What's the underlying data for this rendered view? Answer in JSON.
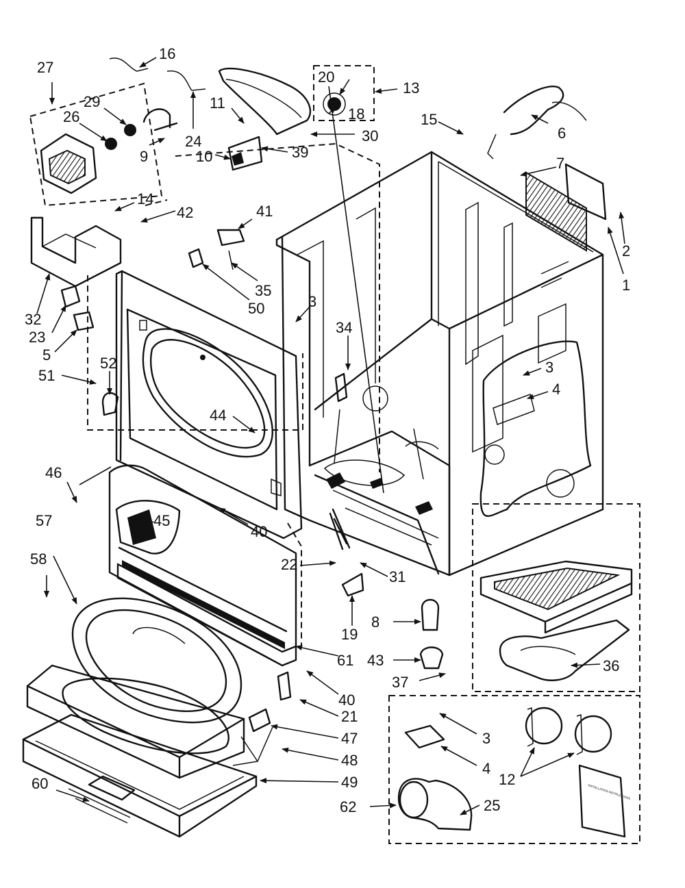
{
  "diagram": {
    "callouts": [
      "1",
      "2",
      "3",
      "3",
      "3",
      "3",
      "4",
      "4",
      "5",
      "6",
      "7",
      "8",
      "9",
      "10",
      "11",
      "12",
      "13",
      "14",
      "15",
      "16",
      "18",
      "19",
      "20",
      "21",
      "22",
      "23",
      "24",
      "25",
      "26",
      "27",
      "29",
      "30",
      "31",
      "32",
      "34",
      "35",
      "36",
      "37",
      "39",
      "40",
      "40",
      "40",
      "41",
      "42",
      "43",
      "44",
      "45",
      "46",
      "47",
      "48",
      "49",
      "50",
      "51",
      "52",
      "57",
      "58",
      "60",
      "61",
      "62"
    ],
    "manual_title_text": "INSTALLATION INSTRUCTIONS"
  }
}
